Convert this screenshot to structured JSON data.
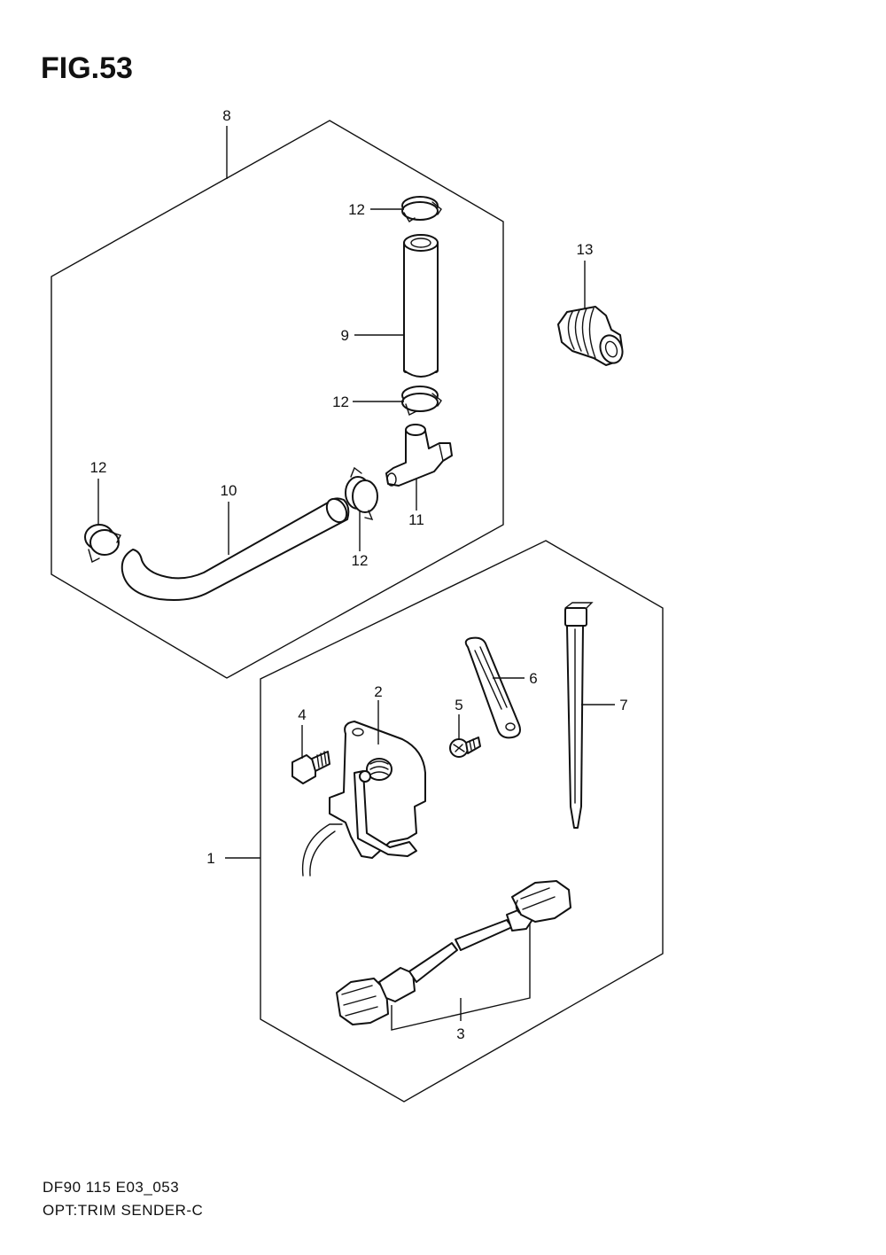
{
  "figure": {
    "title": "FIG.53"
  },
  "footer": {
    "model_code": "DF90 115 E03_053",
    "section_name": "OPT:TRIM SENDER-C"
  },
  "callouts": {
    "c1": "1",
    "c2": "2",
    "c3": "3",
    "c4": "4",
    "c5": "5",
    "c6": "6",
    "c7": "7",
    "c8": "8",
    "c9": "9",
    "c10": "10",
    "c11": "11",
    "c12a": "12",
    "c12b": "12",
    "c12c": "12",
    "c12d": "12",
    "c13": "13"
  }
}
